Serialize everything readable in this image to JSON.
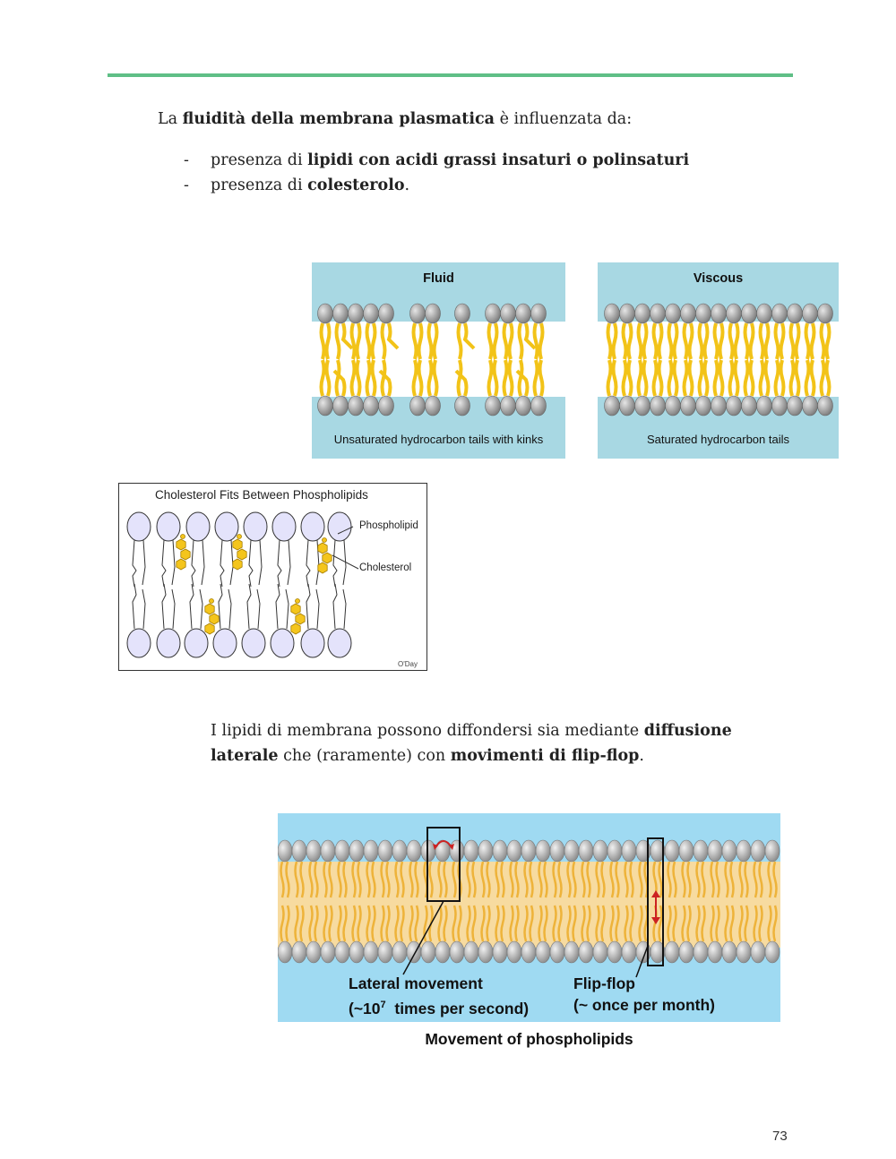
{
  "para1": {
    "pre": "La ",
    "bold": "fluidità della membrana plasmatica",
    "post": " è influenzata da:"
  },
  "bullets": [
    {
      "dash": "-",
      "pre": "presenza di ",
      "bold": "lipidi con acidi grassi insaturi o polinsaturi",
      "post": ""
    },
    {
      "dash": "-",
      "pre": "presenza di ",
      "bold": "colesterolo",
      "post": "."
    }
  ],
  "fig_fluid": {
    "title": "Fluid",
    "caption": "Unsaturated hydrocarbon tails with kinks"
  },
  "fig_viscous": {
    "title": "Viscous",
    "caption": "Saturated hydrocarbon tails"
  },
  "fig_chol": {
    "title": "Cholesterol Fits Between Phospholipids",
    "label_phospholipid": "Phospholipid",
    "label_cholesterol": "Cholesterol",
    "credit": "O'Day"
  },
  "para2": {
    "a": "I lipidi di membrana possono diffondersi sia mediante ",
    "b": "diffusione laterale",
    "c": " che (raramente) con ",
    "d": "movimenti di flip-flop",
    "e": "."
  },
  "fig_flip": {
    "lateral_title": "Lateral movement",
    "lateral_rate_pre": "(~10",
    "lateral_rate_exp": "7",
    "lateral_rate_post": "  times per second)",
    "flipflop_title": "Flip-flop",
    "flipflop_rate": "(~ once per month)",
    "caption": "Movement of phospholipids"
  },
  "page_number": "73",
  "colors": {
    "accent_bar": "#5fbf86",
    "membrane_blue": "#a8d8e3",
    "tail_yellow": "#f2c318"
  }
}
